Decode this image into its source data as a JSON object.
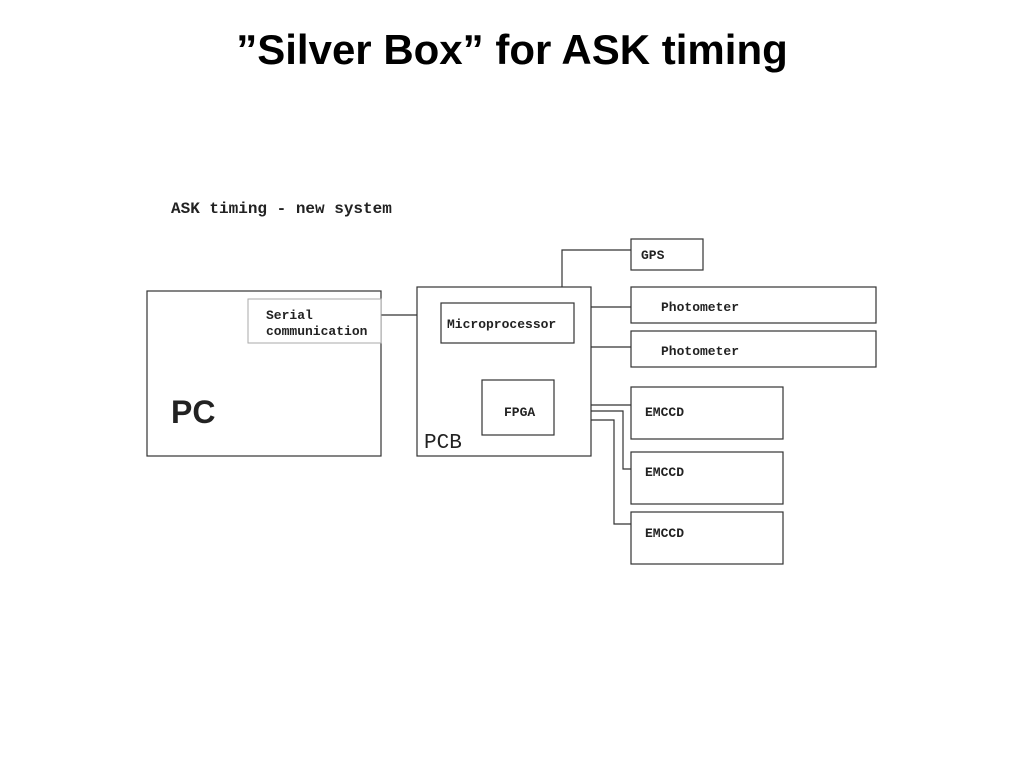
{
  "title": "”Silver Box” for ASK timing",
  "diagram": {
    "subtitle": "ASK timing - new system",
    "pc": {
      "label": "PC",
      "serial_line1": "Serial",
      "serial_line2": "communication"
    },
    "pcb": {
      "label": "PCB",
      "microprocessor": "Microprocessor",
      "fpga": "FPGA"
    },
    "devices": {
      "gps": "GPS",
      "photometer_1": "Photometer",
      "photometer_2": "Photometer",
      "emccd_1": "EMCCD",
      "emccd_2": "EMCCD",
      "emccd_3": "EMCCD"
    }
  }
}
